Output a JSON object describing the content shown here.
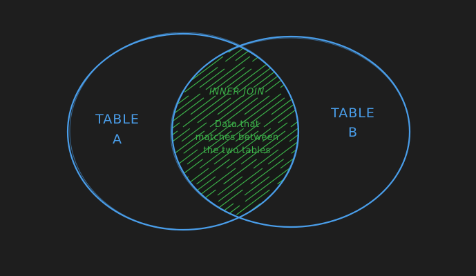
{
  "diagram": {
    "left_set": {
      "line1": "TABLE",
      "line2": "A"
    },
    "right_set": {
      "line1": "TABLE",
      "line2": "B"
    },
    "intersection": {
      "title": "INNER JOIN",
      "description_lines": [
        "Data that",
        "matches between",
        "the two tables"
      ]
    }
  },
  "colors": {
    "background": "#1e1e1e",
    "circle_stroke": "#4a9eea",
    "intersection_fill": "#3cb049",
    "table_text": "#4a9eea",
    "join_text": "#3cb049"
  }
}
